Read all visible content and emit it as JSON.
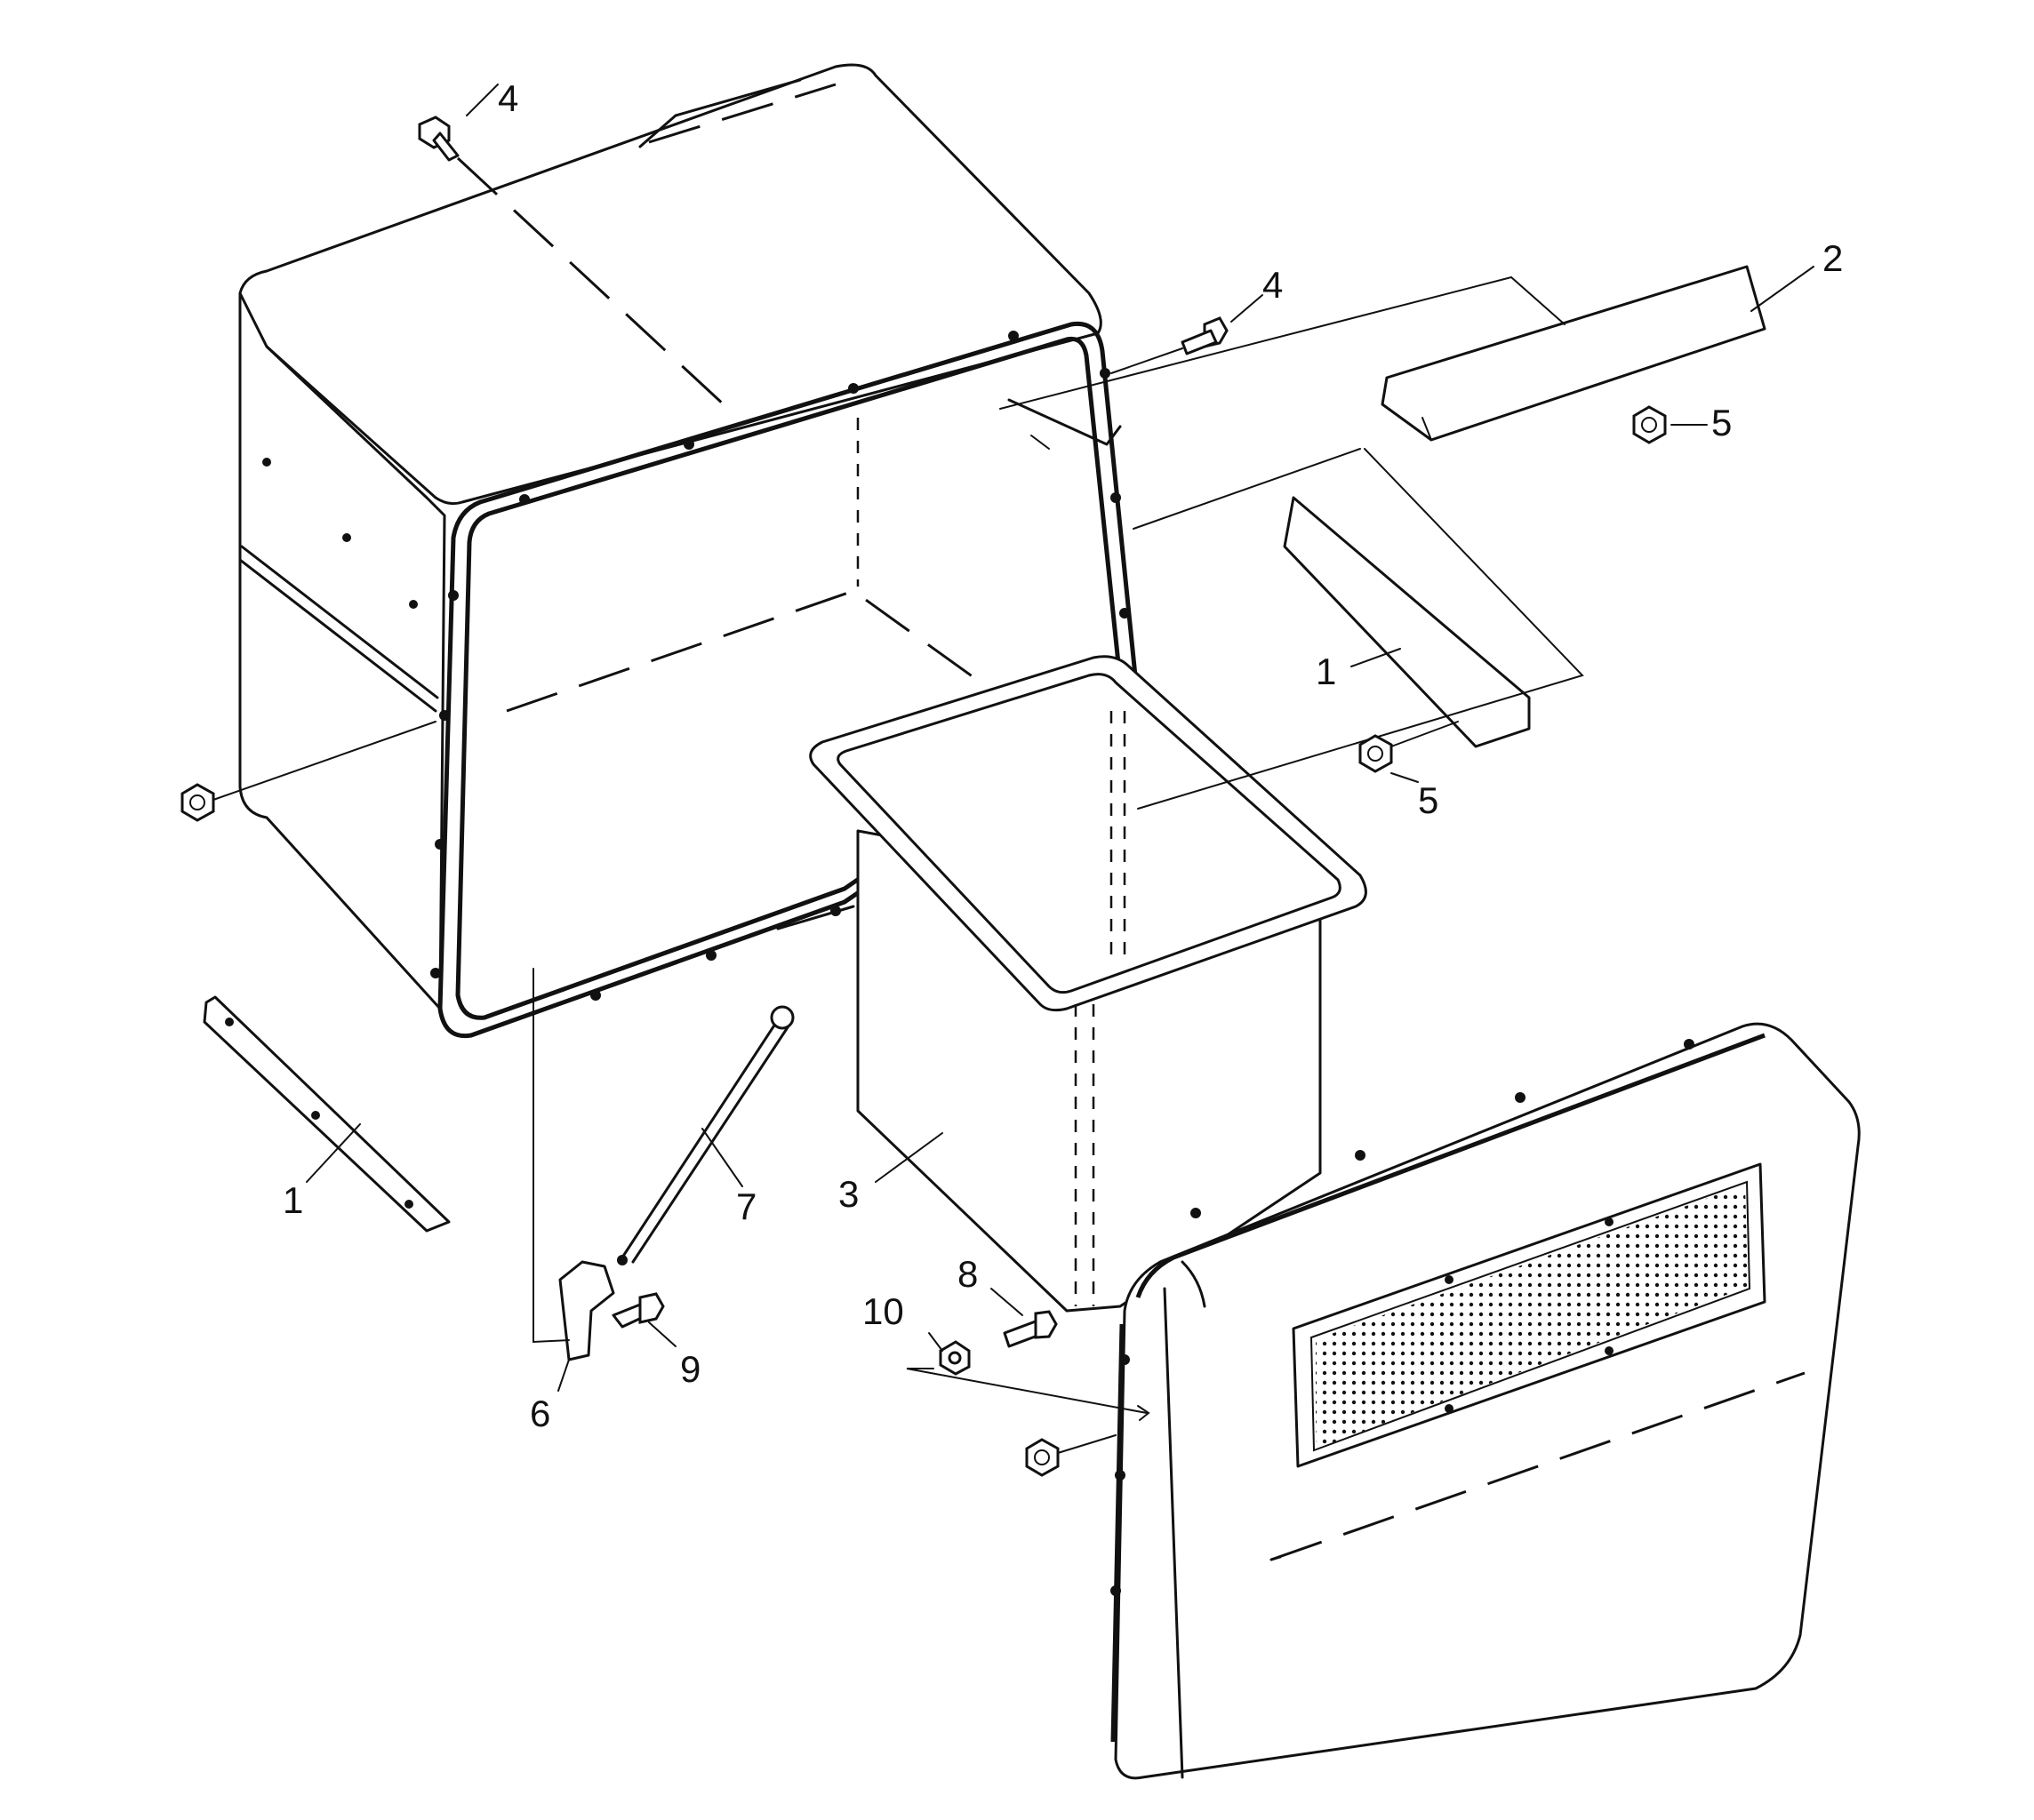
{
  "callouts": [
    {
      "key": "bolt-top-left",
      "text": "4"
    },
    {
      "key": "bolt-top-right",
      "text": "4"
    },
    {
      "key": "strap-top",
      "text": "2"
    },
    {
      "key": "nut-top",
      "text": "5"
    },
    {
      "key": "strap-right",
      "text": "1"
    },
    {
      "key": "nut-right",
      "text": "5"
    },
    {
      "key": "strap-left",
      "text": "1"
    },
    {
      "key": "rod",
      "text": "7"
    },
    {
      "key": "tank",
      "text": "3"
    },
    {
      "key": "bracket",
      "text": "6"
    },
    {
      "key": "bracket-bolt",
      "text": "9"
    },
    {
      "key": "bolt-lower",
      "text": "8"
    },
    {
      "key": "washer",
      "text": "10"
    }
  ]
}
